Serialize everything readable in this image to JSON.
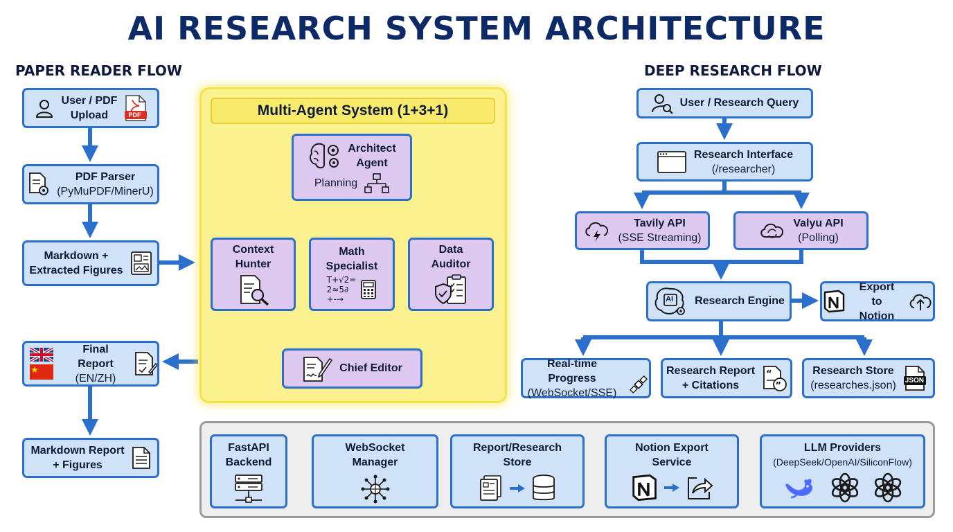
{
  "title": "AI RESEARCH SYSTEM ARCHITECTURE",
  "paper_flow": {
    "title": "PAPER READER FLOW",
    "user_upload": [
      "User / PDF",
      "Upload"
    ],
    "pdf_badge": "PDF",
    "pdf_parser": {
      "title": "PDF Parser",
      "subtitle": "(PyMuPDF/MinerU)"
    },
    "markdown": [
      "Markdown +",
      "Extracted Figures"
    ],
    "final_report": {
      "title": "Final Report",
      "subtitle": "(EN/ZH)"
    },
    "markdown_report": [
      "Markdown Report",
      "+ Figures"
    ]
  },
  "multi_agent": {
    "title": "Multi-Agent System (1+3+1)",
    "architect": [
      "Architect",
      "Agent"
    ],
    "architect_sub": "Planning",
    "context_hunter": [
      "Context",
      "Hunter"
    ],
    "math_specialist": [
      "Math",
      "Specialist"
    ],
    "math_glyphs": [
      "T+√2=",
      "2≈5∂",
      "+-→"
    ],
    "data_auditor": [
      "Data",
      "Auditor"
    ],
    "chief_editor": "Chief Editor"
  },
  "deep_flow": {
    "title": "DEEP RESEARCH FLOW",
    "user_query": "User / Research Query",
    "interface": {
      "title": "Research Interface",
      "subtitle": "(/researcher)"
    },
    "tavily": {
      "title": "Tavily API",
      "subtitle": "(SSE Streaming)"
    },
    "valyu": {
      "title": "Valyu API",
      "subtitle": "(Polling)"
    },
    "engine": "Research Engine",
    "engine_chip": "AI",
    "export_notion": [
      "Export to",
      "Notion"
    ],
    "progress": {
      "title": "Real-time Progress",
      "subtitle": "(WebSocket/SSE)"
    },
    "report": [
      "Research Report",
      "+ Citations"
    ],
    "store": {
      "title": "Research Store",
      "subtitle": "(researches.json)"
    },
    "json_badge": "JSON"
  },
  "infra": {
    "fastapi": [
      "FastAPI",
      "Backend"
    ],
    "websocket": [
      "WebSocket",
      "Manager"
    ],
    "store": [
      "Report/Research",
      "Store"
    ],
    "notion": [
      "Notion Export",
      "Service"
    ],
    "llm": {
      "title": "LLM Providers",
      "subtitle": "(DeepSeek/OpenAI/SiliconFlow)"
    }
  },
  "colors": {
    "blue_border": "#2a6fcc",
    "blue_fill": "#cfe2f7",
    "purple_fill": "#ddc9ef",
    "yellow_panel": "#fbf28f",
    "title_navy": "#0d2a66",
    "pdf_red": "#d93025"
  },
  "icons": [
    "user-icon",
    "pdf-file-icon",
    "document-gear-icon",
    "image-document-icon",
    "uk-flag-icon",
    "china-flag-icon",
    "report-pen-icon",
    "markdown-file-icon",
    "brain-gears-icon",
    "hierarchy-icon",
    "magnifier-document-icon",
    "calculator-icon",
    "shield-clipboard-icon",
    "signature-icon",
    "user-search-icon",
    "browser-window-icon",
    "cloud-lightning-icon",
    "cloud-sync-icon",
    "ai-brain-icon",
    "notion-logo-icon",
    "cloud-upload-icon",
    "satellite-icon",
    "quote-document-icon",
    "json-file-icon",
    "server-rack-icon",
    "network-hub-icon",
    "database-icon",
    "share-arrow-icon",
    "deepseek-whale-icon",
    "openai-logo-icon"
  ]
}
